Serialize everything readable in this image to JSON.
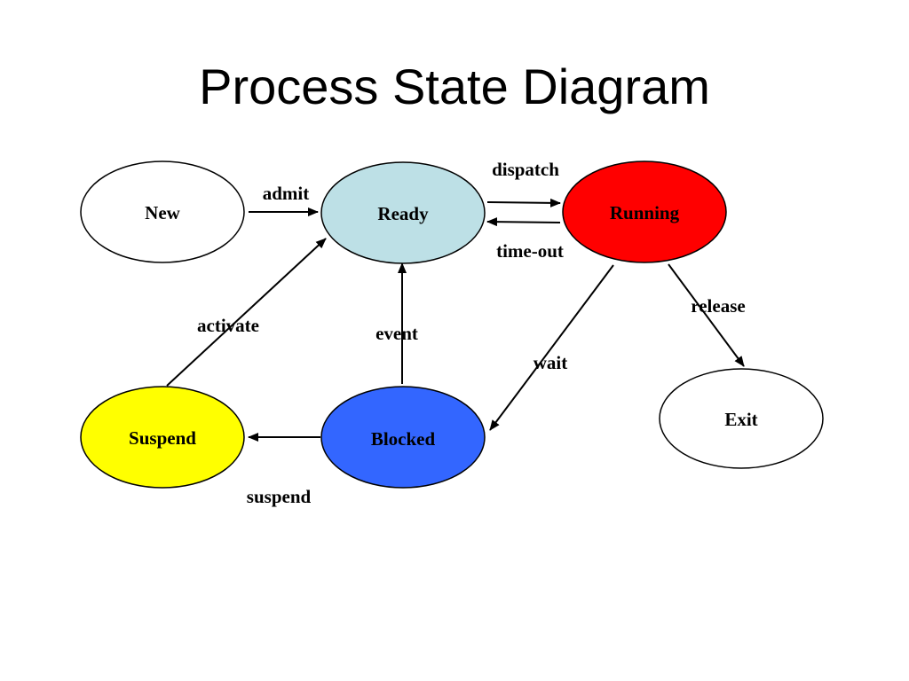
{
  "title": "Process State Diagram",
  "states": {
    "new": {
      "label": "New",
      "fill": "#ffffff",
      "text_color": "#000000"
    },
    "ready": {
      "label": "Ready",
      "fill": "#bde0e6",
      "text_color": "#000000"
    },
    "running": {
      "label": "Running",
      "fill": "#ff0000",
      "text_color": "#000000"
    },
    "exit": {
      "label": "Exit",
      "fill": "#ffffff",
      "text_color": "#000000"
    },
    "suspend": {
      "label": "Suspend",
      "fill": "#ffff00",
      "text_color": "#000000"
    },
    "blocked": {
      "label": "Blocked",
      "fill": "#3366ff",
      "text_color": "#000000"
    }
  },
  "transitions": {
    "admit": {
      "label": "admit",
      "from": "New",
      "to": "Ready"
    },
    "dispatch": {
      "label": "dispatch",
      "from": "Ready",
      "to": "Running"
    },
    "timeout": {
      "label": "time-out",
      "from": "Running",
      "to": "Ready"
    },
    "release": {
      "label": "release",
      "from": "Running",
      "to": "Exit"
    },
    "wait": {
      "label": "wait",
      "from": "Running",
      "to": "Blocked"
    },
    "event": {
      "label": "event",
      "from": "Blocked",
      "to": "Ready"
    },
    "suspend": {
      "label": "suspend",
      "from": "Blocked",
      "to": "Suspend"
    },
    "activate": {
      "label": "activate",
      "from": "Suspend",
      "to": "Ready"
    }
  }
}
